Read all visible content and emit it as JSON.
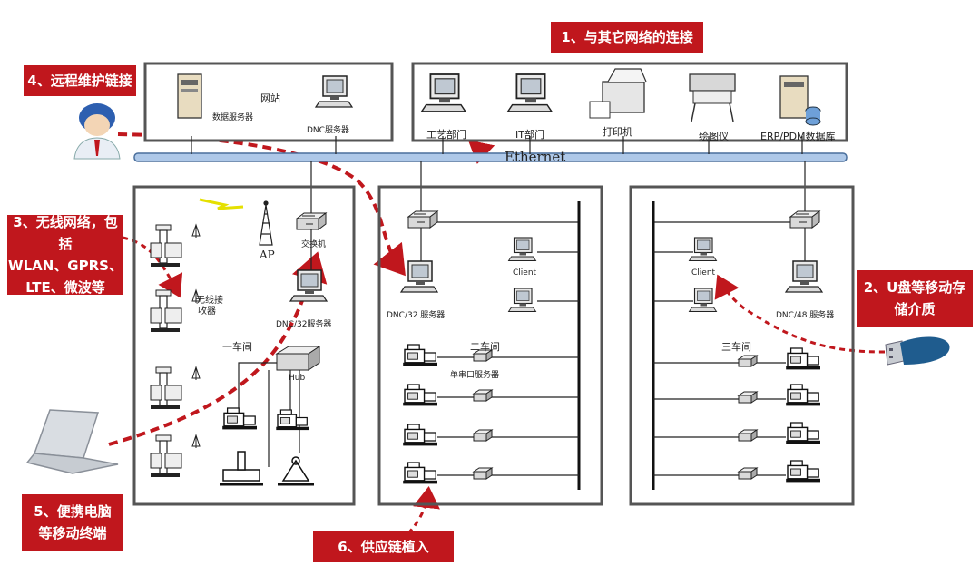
{
  "callouts": {
    "c1": "1、与其它网络的连接",
    "c2_line1": "2、U盘等移动存",
    "c2_line2": "储介质",
    "c3_line1": "3、无线网络，包括",
    "c3_line2": "WLAN、GPRS、",
    "c3_line3": "LTE、微波等",
    "c4": "4、远程维护链接",
    "c5_line1": "5、便携电脑",
    "c5_line2": "等移动终端",
    "c6": "6、供应链植入"
  },
  "labels": {
    "ethernet": "Ethernet",
    "website": "网站",
    "db_server": "数据服务器",
    "dnc_server": "DNC服务器",
    "craft_dept": "工艺部门",
    "it_dept": "IT部门",
    "printer": "打印机",
    "plotter": "绘图仪",
    "erp_db": "ERP/PDM数据库",
    "switch": "交换机",
    "ap": "AP",
    "wireless_receiver_1": "无线接",
    "wireless_receiver_2": "收器",
    "dnc32_left": "DNC/32服务器",
    "workshop1": "一车间",
    "hub": "Hub",
    "dnc32_mid": "DNC/32 服务器",
    "client": "Client",
    "workshop2": "二车间",
    "serial_server": "单串口服务器",
    "dnc48": "DNC/48 服务器",
    "workshop3": "三车间"
  },
  "colors": {
    "accent_red": "#c0171d",
    "ethernet_blue": "#aec8e8"
  }
}
